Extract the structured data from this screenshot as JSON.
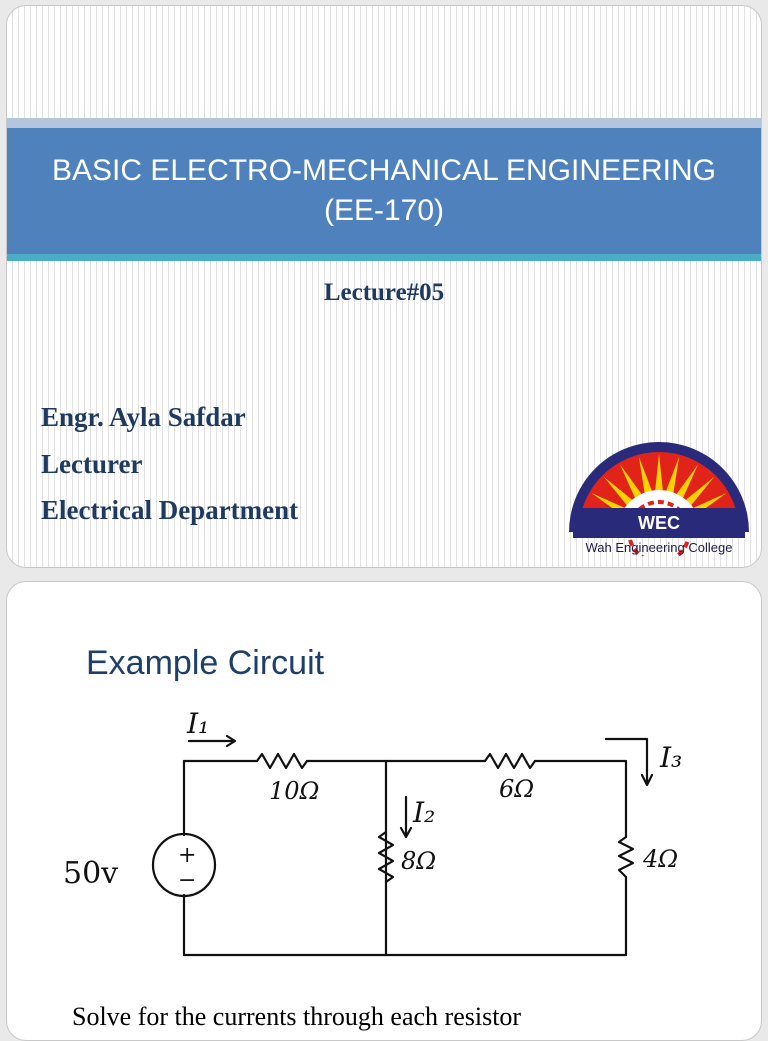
{
  "slide1": {
    "title_line1": "BASIC ELECTRO-MECHANICAL ENGINEERING",
    "title_line2": "(EE-170)",
    "lecture": "Lecture#05",
    "presenter_name": "Engr. Ayla Safdar",
    "presenter_role": "Lecturer",
    "presenter_department": "Electrical Department",
    "logo": {
      "abbr": "WEC",
      "name": "Wah Engineering College",
      "colors": {
        "navy": "#2a2a7a",
        "red": "#e2231a",
        "yellow": "#ffd200",
        "white": "#ffffff"
      }
    }
  },
  "slide2": {
    "title": "Example Circuit",
    "circuit": {
      "source_label": "50v",
      "source_plus": "+",
      "source_minus": "−",
      "i1": "I₁",
      "i2": "I₂",
      "i3": "I₃",
      "r1": "10Ω",
      "r2": "8Ω",
      "r3": "6Ω",
      "r4": "4Ω"
    },
    "footnote": "Solve for the currents through each resistor"
  },
  "colors": {
    "title_band": "#4f81bd",
    "band_light": "#b3c6dd",
    "band_accent": "#4bacc6",
    "heading_text": "#1f3a60"
  }
}
